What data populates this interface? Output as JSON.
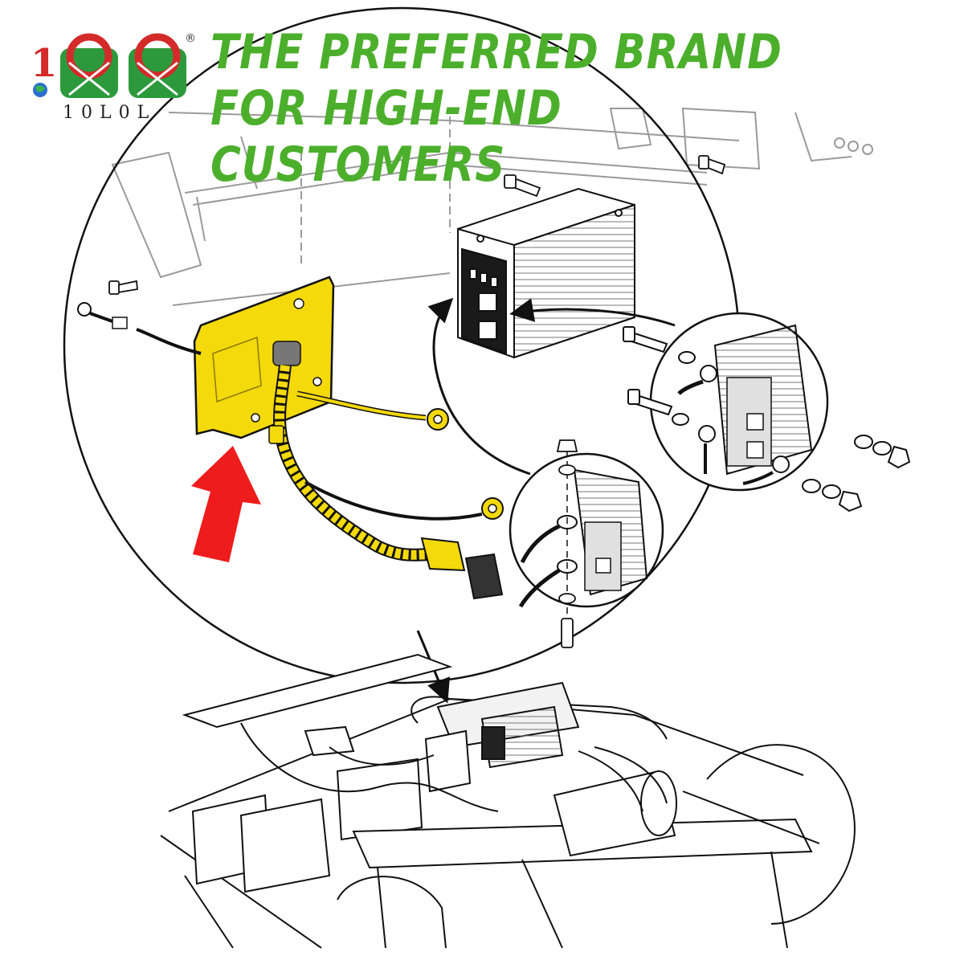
{
  "headline": "THE PREFERRED BRAND FOR HIGH-END CUSTOMERS",
  "logo": {
    "wordmark": "10L0L",
    "registered": "®",
    "digit": "1",
    "colors": {
      "red": "#d42a2a",
      "green": "#2c9a3c",
      "globe": "#2a6fd0"
    }
  },
  "colors": {
    "headline": "#4caf2c",
    "highlight": "#f4d90b",
    "arrow": "#ee1c1c",
    "line": "#1a1a1a"
  }
}
